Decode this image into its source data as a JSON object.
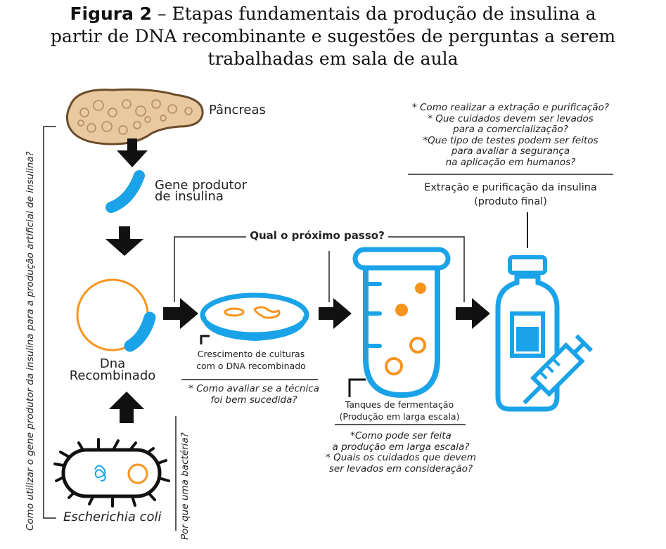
{
  "title": {
    "prefix": "Figura 2",
    "line1_rest": " – Etapas fundamentais da produção de insulina a",
    "line2": "partir de DNA recombinante e sugestões de perguntas a serem",
    "line3": "trabalhadas em sala de aula"
  },
  "labels": {
    "pancreas": "Pâncreas",
    "gene_line1": "Gene produtor",
    "gene_line2": "de insulina",
    "dna_line1": "Dna",
    "dna_line2": "Recombinado",
    "ecoli": "Escherichia coli",
    "next_step": "Qual o próximo passo?",
    "culture_line1": "Crescimento de culturas",
    "culture_line2": "com o DNA recombinado",
    "tanks_line1": "Tanques de fermentação",
    "tanks_line2": "(Produção em larga escala)",
    "extraction_line1": "Extração e purificação da insulina",
    "extraction_line2": "(produto final)"
  },
  "questions": {
    "vertical_left": "Como utilizar o gene produtor da insulina para a produção artificial de insulina?",
    "vertical_bacteria": "Por que uma bactéria?",
    "culture_q1": "* Como avaliar se a técnica",
    "culture_q2": "foi bem sucedida?",
    "tanks_q1": "*Como pode ser feita",
    "tanks_q2": "a produção em larga escala?",
    "tanks_q3": "* Quais os cuidados que devem",
    "tanks_q4": "ser levados em consideração?",
    "top_q1": "* Como realizar a extração e purificação?",
    "top_q2": "* Que cuidados devem ser levados",
    "top_q3": "para a comercialização?",
    "top_q4": "*Que tipo de testes podem ser feitos",
    "top_q5": "para avaliar a segurança",
    "top_q6": "na aplicação em humanos?"
  },
  "colors": {
    "blue": "#1aa3e8",
    "orange": "#f7941d",
    "black": "#111111",
    "pancreas": "#e8c9a0"
  }
}
